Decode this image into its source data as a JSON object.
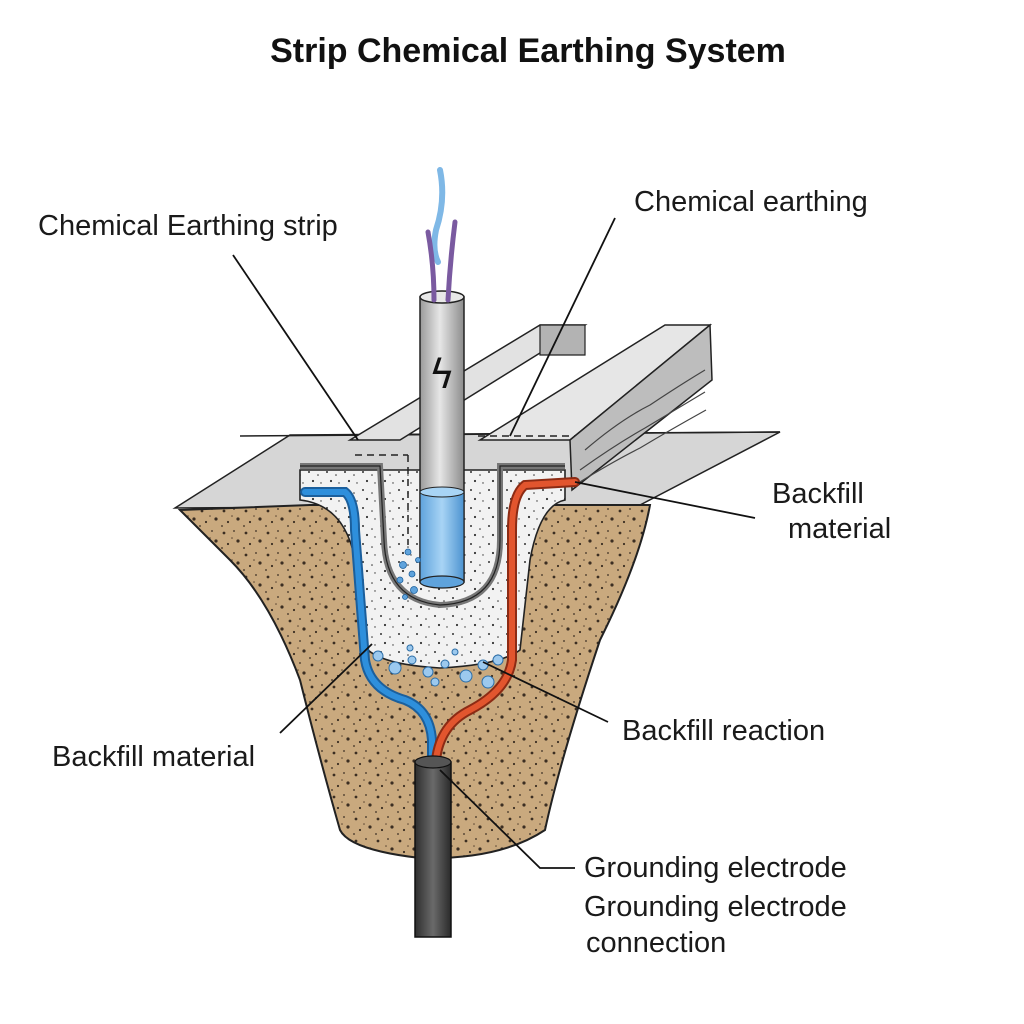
{
  "title": "Strip Chemical Earthing System",
  "labels": {
    "chemical_earthing_strip": "Chemical Earthing strip",
    "chemical_earthing": "Chemical earthing",
    "backfill_material_right_line1": "Backfill",
    "backfill_material_right_line2": "material",
    "backfill_material_left": "Backfill material",
    "backfill_reaction": "Backfill reaction",
    "grounding_electrode": "Grounding electrode",
    "grounding_electrode_connection_line1": "Grounding electrode",
    "grounding_electrode_connection_line2": "connection"
  },
  "colors": {
    "soil": "#c9a97e",
    "backfill": "#f2f2f2",
    "strip_top": "#d9d9d9",
    "strip_side": "#a9a9a9",
    "pipe": "#c6c6c6",
    "water": "#7fb8e6",
    "blue_wire": "#2e8fdc",
    "red_wire": "#e2552e",
    "purple_wire": "#7a5aa0",
    "electrode": "#4a4a4a"
  },
  "symbols": {
    "lightning": "ϟ"
  }
}
